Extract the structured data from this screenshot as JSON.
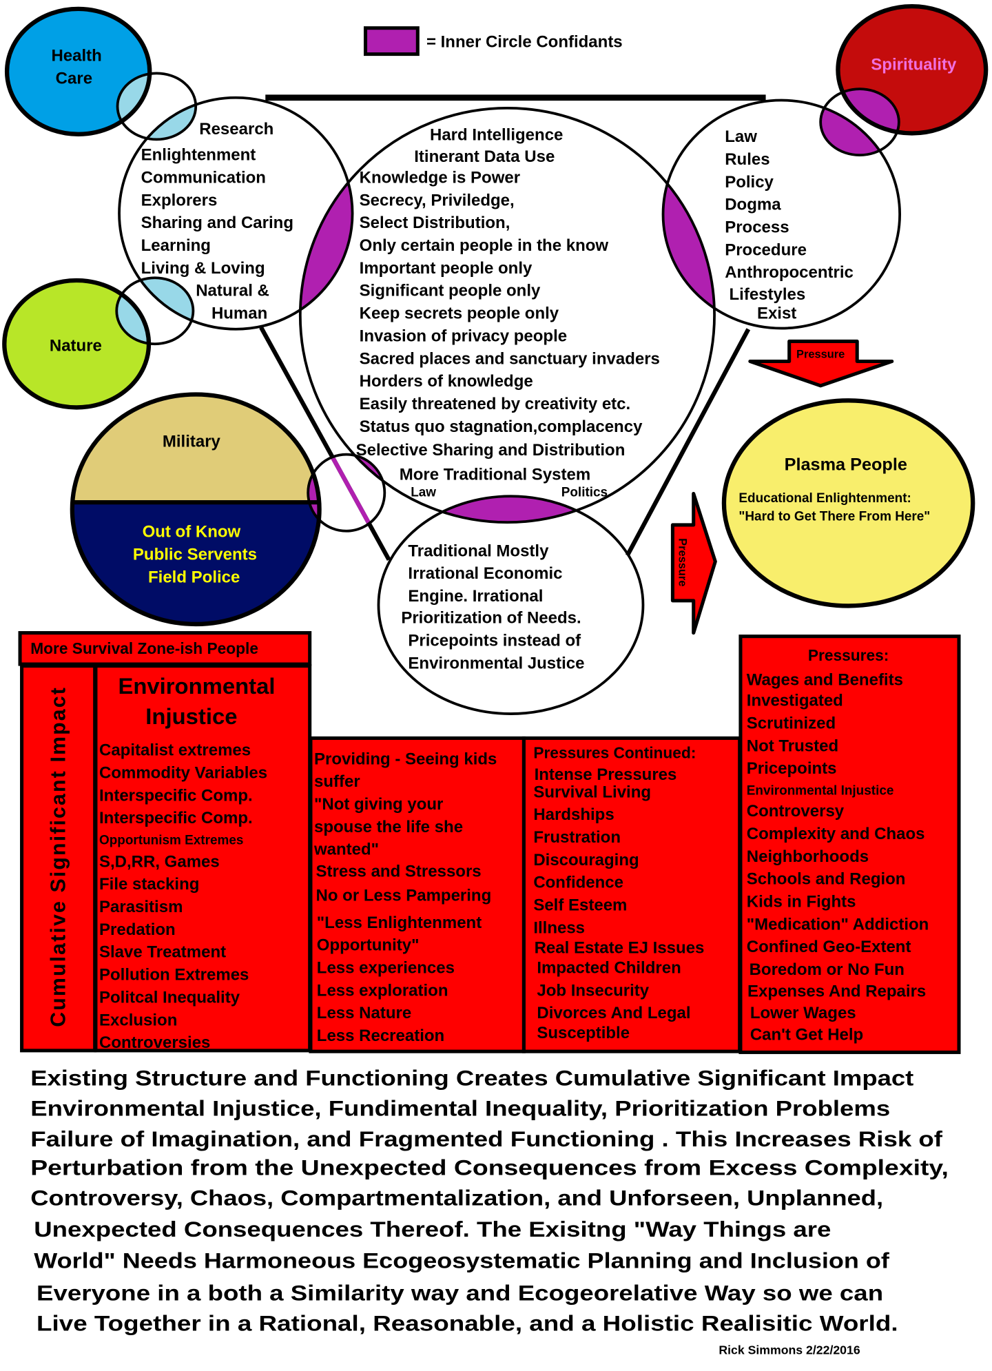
{
  "colors": {
    "health_care": "#00a0e6",
    "nature": "#b8e628",
    "spirituality": "#c40c0c",
    "spirituality_text": "#f070e0",
    "overlap_light_blue": "#98d8e8",
    "inner_circle_purple": "#b020b0",
    "military": "#e0cc78",
    "public_servants": "#000c66",
    "public_servants_text": "#ffff00",
    "plasma": "#f8ee6c",
    "pressure_red": "#ff0000"
  },
  "legend": {
    "label": "= Inner Circle Confidants",
    "swatch": "#b020b0"
  },
  "health_care": [
    "Health",
    "Care"
  ],
  "nature": "Nature",
  "spirituality": "Spirituality",
  "research_circle": {
    "title": "Research",
    "items": [
      "Enlightenment",
      "Communication",
      "Explorers",
      "Sharing and Caring",
      "Learning",
      "Living & Loving"
    ],
    "tail": [
      "Natural &",
      "Human"
    ]
  },
  "center_circle": {
    "title": [
      "Hard Intelligence",
      "Itinerant Data Use"
    ],
    "items": [
      "Knowledge is Power",
      "Secrecy, Priviledge,",
      "Select Distribution,",
      "Only certain people in the know",
      "Important people only",
      "Significant people only",
      "Keep secrets people only",
      "Invasion of privacy people",
      "Sacred places and sanctuary invaders",
      "Horders of knowledge",
      "Easily threatened by creativity etc.",
      "Status quo stagnation,complacency",
      "Selective Sharing and Distribution"
    ],
    "system": "More Traditional System",
    "law": "Law",
    "politics": "Politics"
  },
  "law_circle": {
    "items": [
      "Law",
      "Rules",
      "Policy",
      "Dogma",
      "Process",
      "Procedure",
      "Anthropocentric",
      "Lifestyles",
      "Exist"
    ]
  },
  "economic_circle": {
    "items": [
      "Traditional Mostly",
      "Irrational Economic",
      "Engine.  Irrational",
      "Prioritization of Needs.",
      "Pricepoints instead of",
      "Environmental Justice"
    ]
  },
  "military_circle": {
    "top": "Military",
    "bottom": [
      "Out of Know",
      "Public Servents",
      "Field Police"
    ]
  },
  "pressure_arrows": {
    "down": "Pressure",
    "right": "Pressure"
  },
  "plasma_circle": {
    "title": "Plasma People",
    "lines": [
      "Educational Enlightenment:",
      "\"Hard to Get There From Here\""
    ]
  },
  "survival_box": {
    "header": "More Survival Zone-ish People",
    "side_label": "Cumulative Significant Impact",
    "title": [
      "Environmental",
      "Injustice"
    ],
    "items": [
      "Capitalist extremes",
      "Commodity Variables",
      "Interspecific Comp.",
      "Interspecific Comp.",
      "Opportunism Extremes",
      "S,D,RR, Games",
      "File stacking",
      "Parasitism",
      "Predation",
      "Slave Treatment",
      "Pollution Extremes",
      "Politcal Inequality",
      "Exclusion",
      "Controversies"
    ]
  },
  "providing_box": {
    "items": [
      "Providing - Seeing kids",
      "suffer",
      "\"Not giving your",
      "spouse the life she",
      "wanted\"",
      "Stress and Stressors",
      "No or Less Pampering",
      "\"Less Enlightenment",
      "Opportunity\"",
      "Less experiences",
      "Less exploration",
      "Less Nature",
      "Less Recreation"
    ]
  },
  "pressures_continued_box": {
    "title": "Pressures Continued:",
    "items": [
      "Intense Pressures",
      "Survival Living",
      "Hardships",
      "Frustration",
      "Discouraging",
      "Confidence",
      "Self Esteem",
      "Illness",
      "Real Estate EJ Issues",
      "Impacted Children",
      "Job Insecurity",
      "Divorces And Legal",
      "Susceptible"
    ]
  },
  "pressures_box": {
    "title": "Pressures:",
    "items": [
      "Wages and Benefits",
      "Investigated",
      "Scrutinized",
      "Not Trusted",
      "Pricepoints",
      "Environmental Injustice",
      "Controversy",
      "Complexity and Chaos",
      "Neighborhoods",
      "Schools and Region",
      "Kids in Fights",
      "\"Medication\" Addiction",
      "Confined Geo-Extent",
      "Boredom or No Fun",
      "Expenses And Repairs",
      "Lower Wages",
      "Can't Get Help"
    ]
  },
  "summary": [
    "Existing Structure and Functioning Creates Cumulative Significant Impact",
    "Environmental Injustice, Fundimental Inequality, Prioritization Problems",
    "Failure of Imagination, and Fragmented Functioning .  This Increases Risk of",
    "Perturbation from the Unexpected Consequences from   Excess  Complexity,",
    "Controversy, Chaos, Compartmentalization, and  Unforseen, Unplanned,",
    "Unexpected Consequences Thereof.  The Exisitng \"Way Things are",
    "World\" Needs Harmoneous Ecogeosystematic Planning and Inclusion of",
    "Everyone in a both a Similarity way and Ecogeorelative Way so we can",
    "Live Together in a Rational, Reasonable, and a Holistic Realisitic World."
  ],
  "signature": "Rick Simmons  2/22/2016"
}
